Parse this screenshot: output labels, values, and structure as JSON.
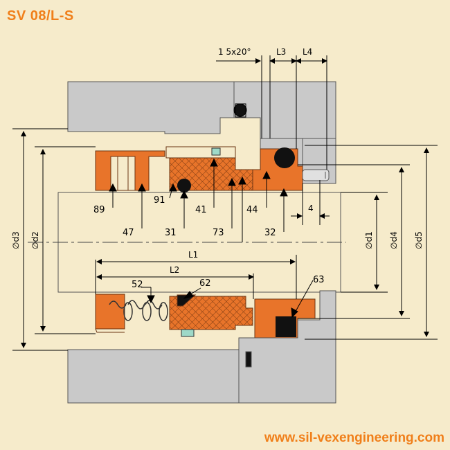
{
  "title": "SV 08/L-S",
  "website": "www.sil-vexengineering.com",
  "dimensions": {
    "chamfer": "1 5x20°",
    "l3": "L3",
    "l4": "L4",
    "l1": "L1",
    "l2": "L2",
    "d1": "∅d1",
    "d2": "∅d2",
    "d3": "∅d3",
    "d4": "∅d4",
    "d5": "∅d5",
    "four": "4"
  },
  "parts": {
    "p89": "89",
    "p47": "47",
    "p91": "91",
    "p31": "31",
    "p41": "41",
    "p73": "73",
    "p44": "44",
    "p32": "32",
    "p52": "52",
    "p62": "62",
    "p63": "63"
  },
  "colors": {
    "background": "#f6ebcb",
    "brand": "#f07f1a",
    "housing": "#c9c9c9",
    "seal_part": "#e8742a",
    "shaft": "#f6ebcb"
  }
}
